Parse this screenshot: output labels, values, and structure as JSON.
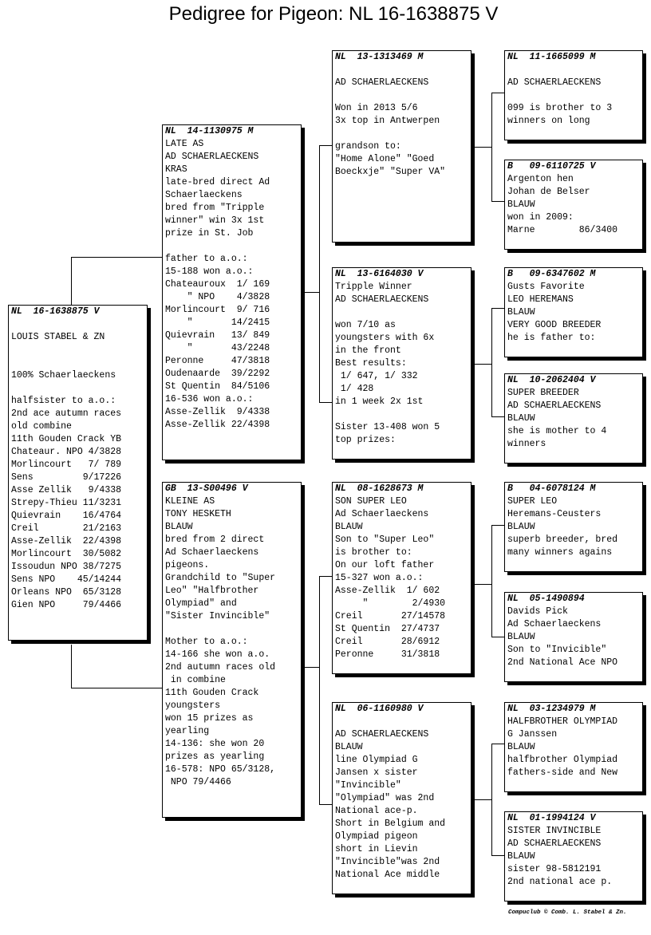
{
  "title": "Pedigree for Pigeon: NL  16-1638875 V",
  "footer": "Compuclub © Comb. L. Stabel & Zn.",
  "boxes": {
    "subject": {
      "header": "NL  16-1638875 V",
      "body": "\nLOUIS STABEL & ZN\n\n\n100% Schaerlaeckens\n\nhalfsister to a.o.:\n2nd ace autumn races\nold combine\n11th Gouden Crack YB\nChateaur. NPO 4/3828\nMorlincourt   7/ 789\nSens         9/17226\nAsse Zellik   9/4338\nStrepy-Thieu 11/3231\nQuievrain    16/4764\nCreil        21/2163\nAsse-Zellik  22/4398\nMorlincourt  30/5082\nIssoudun NPO 38/7275\nSens NPO    45/14244\nOrleans NPO  65/3128\nGien NPO     79/4466"
    },
    "sire": {
      "header": "NL  14-1130975 M",
      "body": "LATE AS\nAD SCHAERLAECKENS\nKRAS\nlate-bred direct Ad\nSchaerlaeckens\nbred from \"Tripple\nwinner\" win 3x 1st\nprize in St. Job\n\nfather to a.o.:\n15-188 won a.o.:\nChateauroux  1/ 169\n    \" NPO    4/3828\nMorlincourt  9/ 716\n    \"       14/2415\nQuievrain   13/ 849\n    \"       43/2248\nPeronne     47/3818\nOudenaarde  39/2292\nSt Quentin  84/5106\n16-536 won a.o.:\nAsse-Zellik  9/4338\nAsse-Zellik 22/4398"
    },
    "dam": {
      "header": "GB  13-S00496 V",
      "body": "KLEINE AS\nTONY HESKETH\nBLAUW\nbred from 2 direct\nAd Schaerlaeckens\npigeons.\nGrandchild to \"Super\nLeo\" \"Halfbrother\nOlympiad\" and\n\"Sister Invincible\"\n\nMother to a.o.:\n14-166 she won a.o.\n2nd autumn races old\n in combine\n11th Gouden Crack\nyoungsters\nwon 15 prizes as\nyearling\n14-136: she won 20\nprizes as yearling\n16-578: NPO 65/3128,\n NPO 79/4466"
    },
    "ss": {
      "header": "NL  13-1313469 M",
      "body": "\nAD SCHAERLAECKENS\n\nWon in 2013 5/6\n3x top in Antwerpen\n\ngrandson to:\n\"Home Alone\" \"Goed\nBoeckxje\" \"Super VA\""
    },
    "sd": {
      "header": "NL  13-6164030 V",
      "body": "Tripple Winner\nAD SCHAERLAECKENS\n\nwon 7/10 as\nyoungsters with 6x\nin the front\nBest results:\n 1/ 647, 1/ 332\n 1/ 428\nin 1 week 2x 1st\n\nSister 13-408 won 5\ntop prizes:"
    },
    "ds": {
      "header": "NL  08-1628673 M",
      "body": "SON SUPER LEO\nAd Schaerlaeckens\nBLAUW\nSon to \"Super Leo\"\nis brother to:\nOn our loft father\n15-327 won a.o.:\nAsse-Zellik  1/ 602\n     \"        2/4930\nCreil       27/14578\nSt Quentin  27/4737\nCreil       28/6912\nPeronne     31/3818"
    },
    "dd": {
      "header": "NL  06-1160980 V",
      "body": "\nAD SCHAERLAECKENS\nBLAUW\nline Olympiad G\nJansen x sister\n\"Invincible\"\n\"Olympiad\" was 2nd\nNational ace-p.\nShort in Belgium and\nOlympiad pigeon\nshort in Lievin\n\"Invincible\"was 2nd\nNational Ace middle"
    },
    "sss": {
      "header": "NL  11-1665099 M",
      "body": "\nAD SCHAERLAECKENS\n\n099 is brother to 3\nwinners on long"
    },
    "ssd": {
      "header": "B   09-6110725 V",
      "body": "Argenton hen\nJohan de Belser\nBLAUW\nwon in 2009:\nMarne        86/3400"
    },
    "sds": {
      "header": "B   09-6347602 M",
      "body": "Gusts Favorite\nLEO HEREMANS\nBLAUW\nVERY GOOD BREEDER\nhe is father to:"
    },
    "sdd": {
      "header": "NL  10-2062404 V",
      "body": "SUPER BREEDER\nAD SCHAERLAECKENS\nBLAUW\nshe is mother to 4\nwinners"
    },
    "dss": {
      "header": "B   04-6078124 M",
      "body": "SUPER LEO\nHeremans-Ceusters\nBLAUW\nsuperb breeder, bred\nmany winners agains"
    },
    "dsd": {
      "header": "NL  05-1490894",
      "body": "Davids Pick\nAd Schaerlaeckens\nBLAUW\nSon to \"Invicible\"\n2nd National Ace NPO"
    },
    "dds": {
      "header": "NL  03-1234979 M",
      "body": "HALFBROTHER OLYMPIAD\nG Janssen\nBLAUW\nhalfbrother Olympiad\nfathers-side and New"
    },
    "ddd": {
      "header": "NL  01-1994124 V",
      "body": "SISTER INVINCIBLE\nAD SCHAERLAECKENS\nBLAUW\nsister 98-5812191\n2nd national ace p."
    }
  }
}
